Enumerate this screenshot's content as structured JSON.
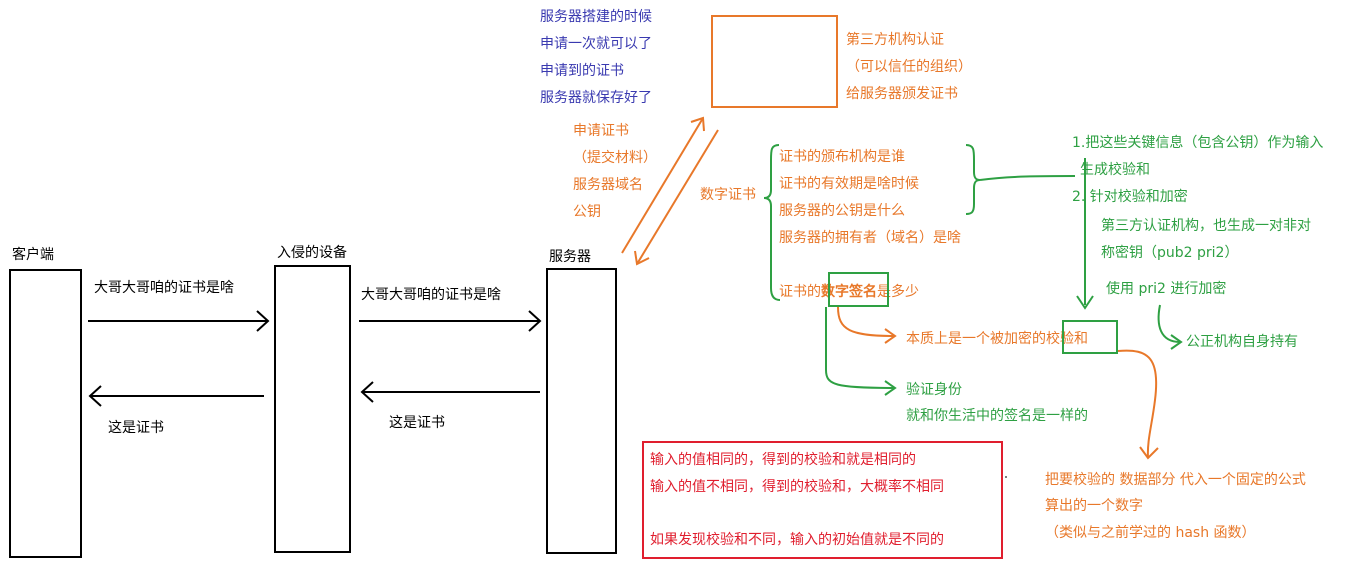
{
  "entities": {
    "client": "客户端",
    "intruder": "入侵的设备",
    "server": "服务器"
  },
  "messages": {
    "req1": "大哥大哥咱的证书是啥",
    "req2": "大哥大哥咱的证书是啥",
    "resp1": "这是证书",
    "resp2": "这是证书"
  },
  "server_note": [
    "服务器搭建的时候",
    "申请一次就可以了",
    "申请到的证书",
    "服务器就保存好了"
  ],
  "third_party": [
    "第三方机构认证",
    "（可以信任的组织）",
    "给服务器颁发证书"
  ],
  "apply": [
    "申请证书",
    "（提交材料）",
    "服务器域名",
    "公钥"
  ],
  "cert_label": "数字证书",
  "cert_items": [
    "证书的颁布机构是谁",
    "证书的有效期是啥时候",
    "服务器的公钥是什么",
    "服务器的拥有者（域名）是啥"
  ],
  "signature": {
    "prefix": "证书的",
    "word": "数字签名",
    "suffix": "是多少"
  },
  "essence": {
    "prefix": "本质上是一个被加密的",
    "word": "校验和"
  },
  "verify": [
    "验证身份",
    "就和你生活中的签名是一样的"
  ],
  "steps": {
    "s1a": "1.把这些关键信息（包含公钥）作为输入",
    "s1b": "生成校验和",
    "s2": "2.  针对校验和加密",
    "s2a": "第三方认证机构，也生成一对非对",
    "s2b": "称密钥（pub2  pri2）",
    "s3": "使用 pri2 进行加密",
    "s4": "公正机构自身持有"
  },
  "checksum_note": [
    "把要校验的 数据部分 代入一个固定的公式",
    "算出的一个数字",
    "（类似与之前学过的 hash 函数）"
  ],
  "red_note": [
    "输入的值相同的，得到的校验和就是相同的",
    "输入的值不相同，得到的校验和，大概率不相同",
    "如果发现校验和不同，输入的初始值就是不同的"
  ],
  "colors": {
    "black": "#000000",
    "blue": "#3a3ab0",
    "orange": "#e8782a",
    "green": "#2ea043",
    "red": "#e01e2e"
  }
}
